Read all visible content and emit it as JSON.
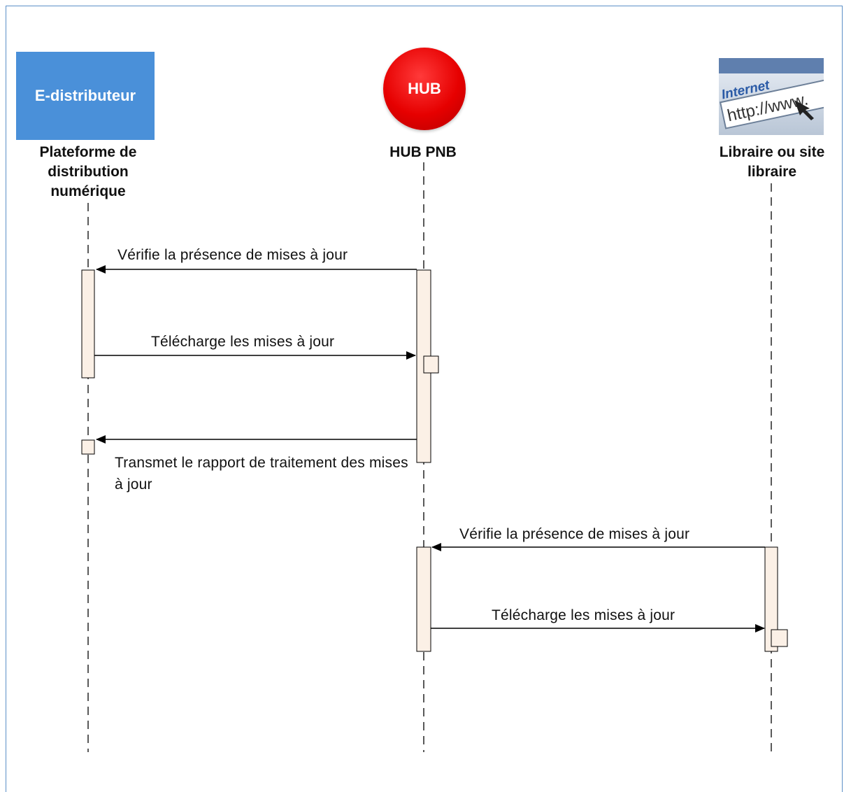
{
  "actors": {
    "distributor": {
      "box_text": "E-distributeur",
      "label_lines": [
        "Plateforme de",
        "distribution",
        "numérique"
      ],
      "color": "#4a90d9"
    },
    "hub": {
      "circle_text": "HUB",
      "label": "HUB PNB",
      "color": "#e60000"
    },
    "bookseller": {
      "icon_words": [
        "Internet",
        "http://www."
      ],
      "label_lines": [
        "Libraire ou site",
        "libraire"
      ]
    }
  },
  "messages": [
    {
      "text": "Vérifie la présence de mises à jour"
    },
    {
      "text": "Télécharge les mises à jour"
    },
    {
      "text": "Transmet le rapport de traitement des mises à jour"
    },
    {
      "text": "Vérifie la présence de mises à jour"
    },
    {
      "text": "Télécharge les mises à jour"
    }
  ],
  "colors": {
    "activation_fill": "#fbf0e6",
    "line": "#000000",
    "frame_border": "#5b8fc7"
  }
}
